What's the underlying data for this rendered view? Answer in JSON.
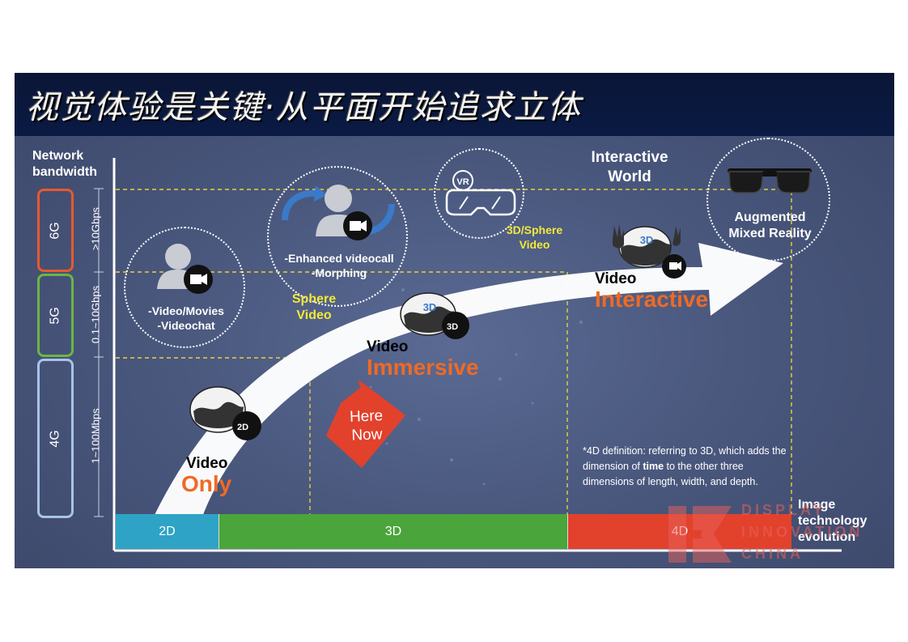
{
  "title": "视觉体验是关键·从平面开始追求立体",
  "y_axis": {
    "label_line1": "Network",
    "label_line2": "bandwidth"
  },
  "generations": [
    {
      "name": "6G",
      "bandwidth": ">10Gbps",
      "color": "#e8592e"
    },
    {
      "name": "5G",
      "bandwidth": "0.1~10Gbps",
      "color": "#6ab644"
    },
    {
      "name": "4G",
      "bandwidth": "1~100Mbps",
      "color": "#a9c3e8"
    }
  ],
  "x_axis": {
    "label_line1": "Image",
    "label_line2": "technology",
    "label_line3": "evolution"
  },
  "segments": [
    {
      "label": "2D",
      "color": "#2ea3c6"
    },
    {
      "label": "3D",
      "color": "#4aa53a"
    },
    {
      "label": "4D",
      "color": "#e2412c"
    }
  ],
  "stages": {
    "only": {
      "video": "Video",
      "emph": "Only",
      "icon_tag": "2D"
    },
    "immersive": {
      "video": "Video",
      "emph": "Immersive",
      "icon_tag": "3D"
    },
    "interactive": {
      "video": "Video",
      "emph": "Interactive",
      "icon_tag": "3D"
    }
  },
  "bubbles": {
    "videochat": {
      "line1": "-Video/Movies",
      "line2": "-Videochat"
    },
    "enhanced": {
      "line1": "-Enhanced videocall",
      "line2": "-Morphing"
    },
    "vr": {
      "badge": "VR"
    },
    "ar": {
      "line1": "Augmented",
      "line2": "Mixed Reality"
    }
  },
  "yellow_labels": {
    "sphere_line1": "Sphere",
    "sphere_line2": "Video",
    "sphere3d_line1": "3D/Sphere",
    "sphere3d_line2": "Video"
  },
  "interactive_world": {
    "line1": "Interactive",
    "line2": "World"
  },
  "here_now": {
    "line1": "Here",
    "line2": "Now"
  },
  "definition_note": {
    "part1": "*4D definition: referring to 3D, which adds the dimension of ",
    "bold": "time",
    "part2": " to the other three dimensions of length, width, and depth."
  },
  "watermark": {
    "line1": "DISPLAY",
    "line2": "INNOVATION",
    "line3": "CHINA"
  }
}
